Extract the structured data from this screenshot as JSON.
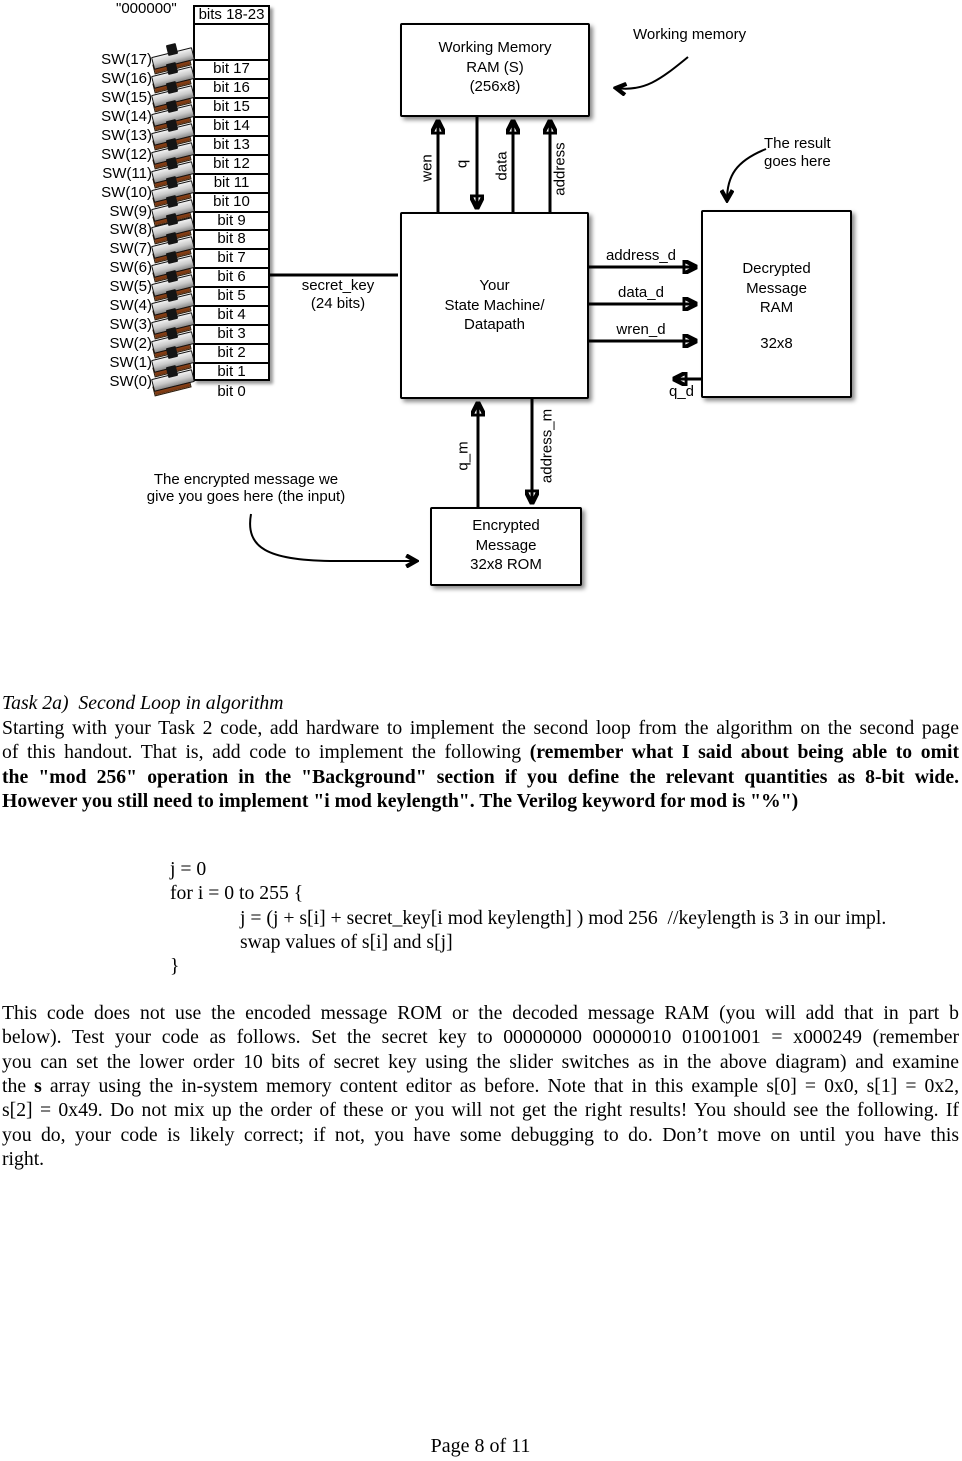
{
  "diagram": {
    "switch_bank": {
      "const_label": "\"000000\"",
      "top_cell": "bits 18-23",
      "bit_labels": [
        "bit 17",
        "bit 16",
        "bit 15",
        "bit 14",
        "bit 13",
        "bit 12",
        "bit 11",
        "bit 10",
        "bit 9",
        "bit 8",
        "bit 7",
        "bit 6",
        "bit 5",
        "bit 4",
        "bit 3",
        "bit 2",
        "bit 1"
      ],
      "bit0_label": "bit 0",
      "sw_labels": [
        "SW(17)",
        "SW(16)",
        "SW(15)",
        "SW(14)",
        "SW(13)",
        "SW(12)",
        "SW(11)",
        "SW(10)",
        "SW(9)",
        "SW(8)",
        "SW(7)",
        "SW(6)",
        "SW(5)",
        "SW(4)",
        "SW(3)",
        "SW(2)",
        "SW(1)",
        "SW(0)"
      ]
    },
    "working_memory": {
      "line1": "Working Memory",
      "line2": "RAM (S)",
      "line3": "(256x8)"
    },
    "state_machine": {
      "line1": "Your",
      "line2": "State Machine/",
      "line3": "Datapath"
    },
    "decrypted_ram": {
      "line1": "Decrypted",
      "line2": "Message",
      "line3": "RAM",
      "size": "32x8"
    },
    "encrypted_rom": {
      "line1": "Encrypted",
      "line2": "Message",
      "line3": "32x8 ROM"
    },
    "signals": {
      "wen": "wen",
      "q": "q",
      "data": "data",
      "address": "address",
      "address_d": "address_d",
      "data_d": "data_d",
      "wren_d": "wren_d",
      "q_d": "q_d",
      "q_m": "q_m",
      "address_m": "address_m",
      "secret_key": "secret_key",
      "secret_key_bits": "(24 bits)"
    },
    "annotations": {
      "working_memory": "Working memory",
      "result_line1": "The result",
      "result_line2": "goes here",
      "encrypted_line1": "The encrypted message we",
      "encrypted_line2": "give you goes here (the input)"
    }
  },
  "body": {
    "heading": "Task 2a)  Second Loop in algorithm",
    "para1": [
      [
        {
          "t": "Starting with your Task 2 code, add hardware to implement the second loop from the algorithm on the second page"
        }
      ],
      [
        {
          "t": "of this handout.  That is, add code to implement the following "
        },
        {
          "t": "(remember what I said about being able to omit",
          "b": 1
        }
      ],
      [
        {
          "t": "the \"mod 256\" operation in the \"Background\" section if you define the relevant quantities as 8-bit wide.",
          "b": 1
        }
      ],
      [
        {
          "t": "However you still need to implement \"i mod keylength\". The Verilog keyword for mod is \"%\")",
          "b": 1
        }
      ]
    ],
    "code": [
      {
        "text": "j = 0",
        "indent": 0
      },
      {
        "text": "for i = 0 to 255 {",
        "indent": 0
      },
      {
        "text": "j = (j + s[i] + secret_key[i mod keylength] ) mod 256  //keylength is 3 in our impl.",
        "indent": 1
      },
      {
        "text": "swap values of s[i] and s[j]",
        "indent": 1
      },
      {
        "text": "}",
        "indent": 0
      }
    ],
    "para2": [
      [
        {
          "t": "This code does not use the encoded message ROM or the decoded message RAM (you will add that in part b"
        }
      ],
      [
        {
          "t": "below).  Test your code as follows.  Set the secret key to 00000000 00000010 01001001 = x000249 (remember"
        }
      ],
      [
        {
          "t": "you can set the lower order 10 bits of secret key using the slider switches as in the above diagram) and examine"
        }
      ],
      [
        {
          "t": "the "
        },
        {
          "t": "s",
          "b": 1
        },
        {
          "t": " array using the in-system memory content editor as before. Note that in this example s[0] =  0x0, s[1] = 0x2,"
        }
      ],
      [
        {
          "t": "s[2] = 0x49. Do not mix up the order of these or you will not get the right results! You should see the following.  If"
        }
      ],
      [
        {
          "t": "you do, your code is likely correct; if not, you have some debugging to do.  Don’t move on until you have this"
        }
      ],
      [
        {
          "t": "right."
        }
      ]
    ],
    "footer": "Page 8 of 11"
  }
}
